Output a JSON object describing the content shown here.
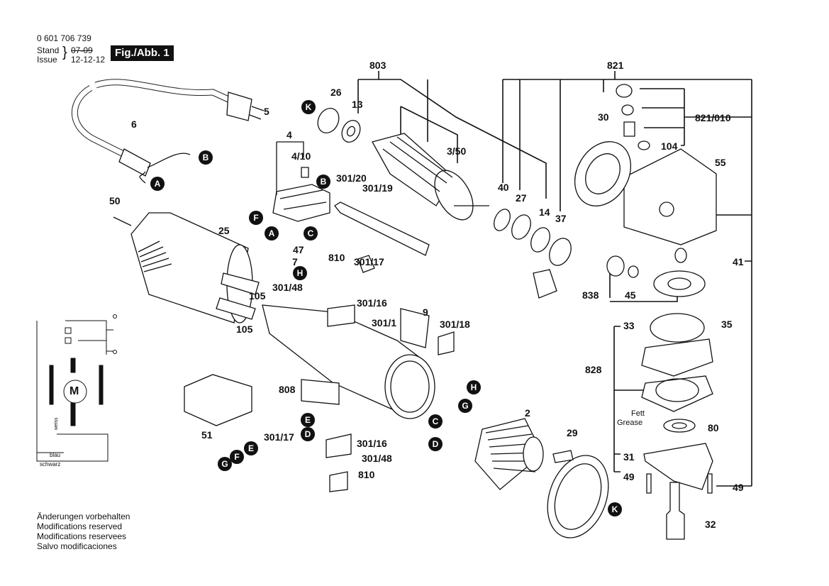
{
  "header": {
    "part_number": "0 601 706 739",
    "stand_label": "Stand",
    "issue_label": "Issue",
    "stand_date_struck": "07-09",
    "issue_date": "12-12-12",
    "figure_label": "Fig./Abb. 1"
  },
  "footer_notes": [
    "Änderungen vorbehalten",
    "Modifications reserved",
    "Modifications reservees",
    "Salvo modificaciones"
  ],
  "wiring_diagram": {
    "motor_label": "M",
    "wire_labels": [
      "weiss",
      "blau",
      "schwarz"
    ]
  },
  "grease_note": {
    "de": "Fett",
    "en": "Grease"
  },
  "part_labels": {
    "p5": "5",
    "p6": "6",
    "p4": "4",
    "p4_10": "4/10",
    "p26": "26",
    "p13": "13",
    "p803": "803",
    "p3_50": "3/50",
    "p301_20": "301/20",
    "p301_19": "301/19",
    "p50": "50",
    "p25": "25",
    "p47": "47",
    "p7": "7",
    "p810a": "810",
    "p301_17a": "301/17",
    "p301_48a": "301/48",
    "p301_16a": "301/16",
    "p105a": "105",
    "p105b": "105",
    "p9": "9",
    "p301_1": "301/1",
    "p301_18": "301/18",
    "p808": "808",
    "p51": "51",
    "p301_17b": "301/17",
    "p301_16b": "301/16",
    "p301_48b": "301/48",
    "p810b": "810",
    "p2": "2",
    "p29": "29",
    "p40": "40",
    "p27": "27",
    "p14": "14",
    "p37": "37",
    "p821": "821",
    "p30": "30",
    "p821_010": "821/010",
    "p104": "104",
    "p55": "55",
    "p41": "41",
    "p838": "838",
    "p45": "45",
    "p33": "33",
    "p35": "35",
    "p828": "828",
    "p80": "80",
    "p31": "31",
    "p49a": "49",
    "p49b": "49",
    "p32": "32"
  },
  "connector_badges": {
    "cord_b": "B",
    "cord_a": "A",
    "holder_b": "B",
    "holder_f": "F",
    "holder_a": "A",
    "holder_c": "C",
    "k_top": "K",
    "h_mid": "H",
    "g_bot": "G",
    "f_bot": "F",
    "e_bot": "E",
    "e_mid": "E",
    "d_mid": "D",
    "h_field": "H",
    "g_field": "G",
    "c_field": "C",
    "d_field": "D",
    "k_guard": "K"
  }
}
